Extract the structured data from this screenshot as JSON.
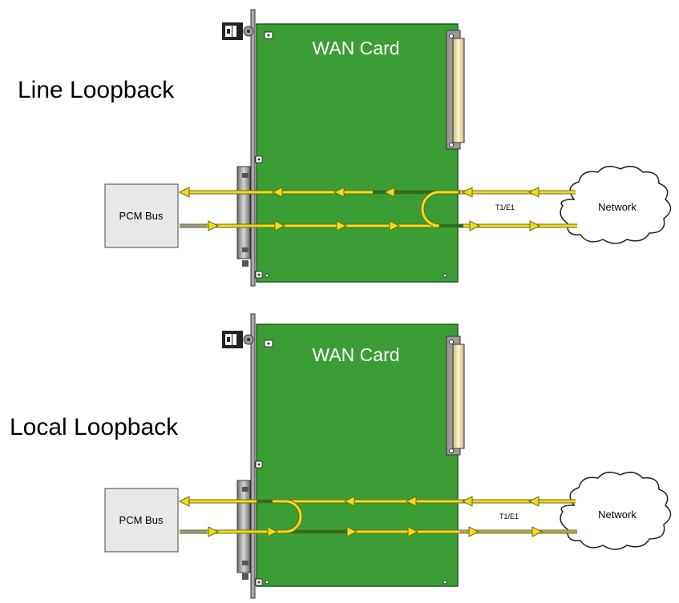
{
  "colors": {
    "card_green": "#3b9e35",
    "card_border": "#1e5a1a",
    "signal_yellow": "#f0dc1e",
    "signal_dark": "#6e6a10",
    "bus_box": "#e8e8e8",
    "faceplate": "#a8a8a8"
  },
  "icons": [
    "cloud-icon",
    "connector-icon",
    "arrow-icon"
  ],
  "diagrams": [
    {
      "loopback_label": "Line Loopback",
      "card_label": "WAN Card",
      "bus_label": "PCM Bus",
      "network_label": "Network",
      "link_label": "T1/E1",
      "loop_side": "line"
    },
    {
      "loopback_label": "Local Loopback",
      "card_label": "WAN Card",
      "bus_label": "PCM Bus",
      "network_label": "Network",
      "link_label": "T1/E1",
      "loop_side": "local"
    }
  ]
}
